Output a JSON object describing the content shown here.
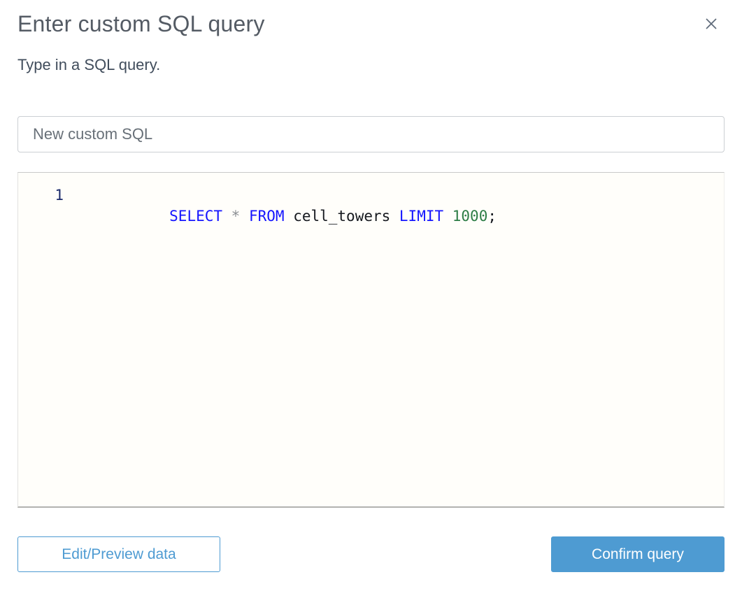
{
  "dialog": {
    "title": "Enter custom SQL query",
    "description": "Type in a SQL query."
  },
  "name_input": {
    "value": "New custom SQL"
  },
  "editor": {
    "line_number": "1",
    "query_full": "SELECT * FROM cell_towers LIMIT 1000;",
    "tokens": [
      {
        "text": "SELECT ",
        "type": "keyword"
      },
      {
        "text": "* ",
        "type": "operator"
      },
      {
        "text": "FROM ",
        "type": "keyword"
      },
      {
        "text": "cell_towers ",
        "type": "identifier"
      },
      {
        "text": "LIMIT ",
        "type": "keyword"
      },
      {
        "text": "1000",
        "type": "number"
      },
      {
        "text": ";",
        "type": "punct"
      }
    ]
  },
  "footer": {
    "edit_preview_label": "Edit/Preview data",
    "confirm_label": "Confirm query"
  },
  "colors": {
    "accent_blue": "#4e9bd2",
    "title_gray": "#545b64",
    "editor_bg": "#fffefa",
    "line_number_navy": "#1b2a6b",
    "sql_keyword_blue": "#1414ff",
    "sql_operator_gray": "#8b8f94",
    "sql_identifier_dark": "#16191f",
    "sql_number_green": "#2d7d46"
  }
}
